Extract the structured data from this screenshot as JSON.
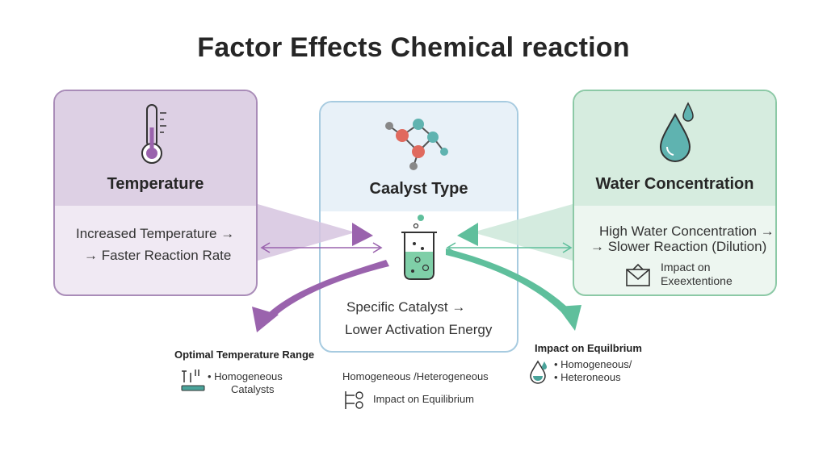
{
  "title": "Factor Effects Chemical reaction",
  "temperature": {
    "heading": "Temperature",
    "line1": "Increased Temperature →",
    "line2": "→ Faster Reaction Rate"
  },
  "catalyst": {
    "heading": "Caalyst Type",
    "line1": "Specific Catalyst →",
    "line2": "Lower Activation Energy"
  },
  "water": {
    "heading": "Water Concentration",
    "line1": "High Water Concentration →",
    "line2": "→ Slower Reaction (Dilution)",
    "note1": "Impact on",
    "note2": "Exeextentione"
  },
  "below_left": {
    "title": "Optimal Temperature Range",
    "item1": "• Homogeneous",
    "item2": "Catalysts"
  },
  "below_center": {
    "line1": "Homogeneous  /Heterogeneous",
    "line2": "Impact on Equilibrium"
  },
  "below_right": {
    "title": "Impact on Equilbrium",
    "item1": "• Homogeneous/",
    "item2": "• Heteroneous"
  },
  "colors": {
    "purple": "#9a63ad",
    "purple_light": "#d8c6e0",
    "green": "#5fbf9c",
    "green_light": "#cfe9dc",
    "blue_border": "#a7cbe0",
    "teal": "#4aa39a"
  }
}
